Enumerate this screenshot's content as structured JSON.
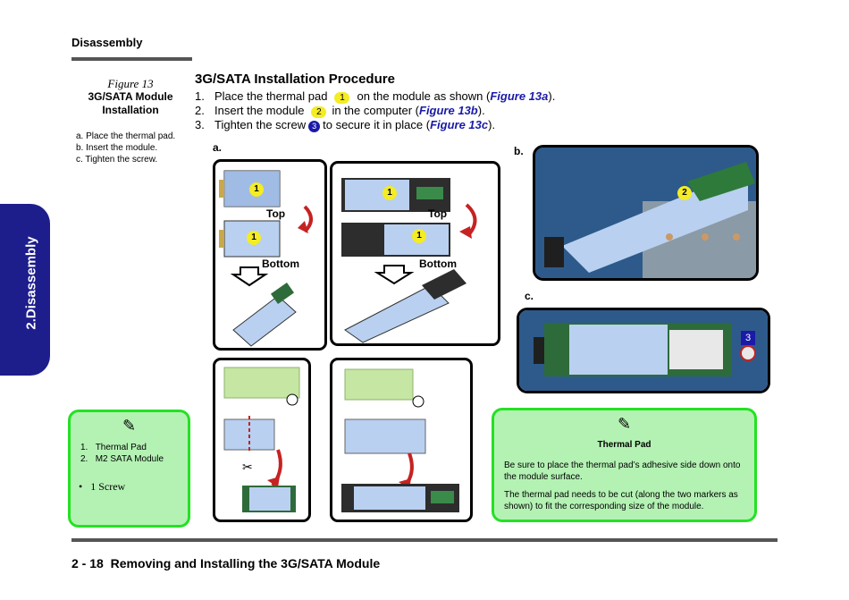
{
  "header": {
    "section": "Disassembly"
  },
  "side_tab": {
    "label": "2.Disassembly"
  },
  "figure": {
    "number": "Figure 13",
    "title": "3G/SATA Module Installation",
    "steps": [
      "a. Place the thermal pad.",
      "b. Insert the module.",
      "c. Tighten the screw."
    ]
  },
  "procedure": {
    "title": "3G/SATA Installation Procedure",
    "step1": {
      "num": "1.",
      "before": "Place the thermal pad",
      "badge": "1",
      "after": "on the module as shown (",
      "ref": "Figure 13a",
      "end": ")."
    },
    "step2": {
      "num": "2.",
      "before": "Insert the module",
      "badge": "2",
      "after": "in the computer (",
      "ref": "Figure 13b",
      "end": ")."
    },
    "step3": {
      "num": "3.",
      "before": "Tighten the screw",
      "badge": "3",
      "after": "to secure it in place (",
      "ref": "Figure 13c",
      "end": ")."
    }
  },
  "diagram": {
    "label_a": "a.",
    "label_b": "b.",
    "label_c": "c.",
    "top": "Top",
    "bottom": "Bottom",
    "callout1": "1",
    "callout2": "2",
    "callout3": "3"
  },
  "left_note": {
    "items": [
      {
        "num": "1.",
        "text": "Thermal Pad"
      },
      {
        "num": "2.",
        "text": "M2 SATA Module"
      }
    ],
    "bullet": "1 Screw"
  },
  "right_note": {
    "title": "Thermal Pad",
    "para1": "Be sure to place the thermal pad’s adhesive side down onto the module surface.",
    "para2": "The thermal pad needs to be cut (along the two markers as shown) to fit the corresponding size of the module."
  },
  "footer": {
    "page": "2 - 18",
    "title": "Removing and Installing the 3G/SATA Module"
  }
}
